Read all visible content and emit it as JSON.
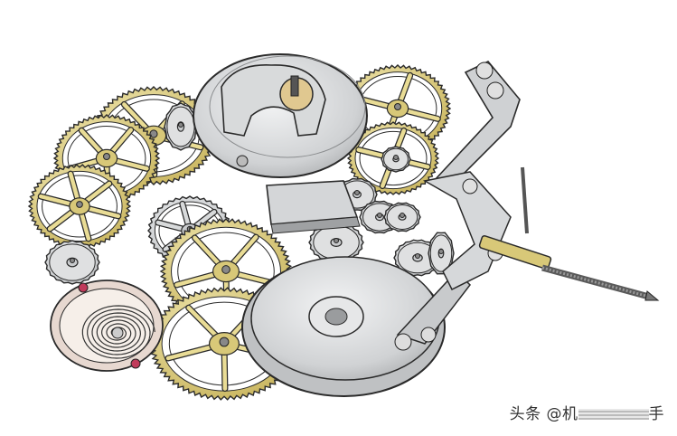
{
  "diagram": {
    "kind": "exploded mechanical watch movement illustration",
    "colors": {
      "brass": "#d8c878",
      "brass_dark": "#9a8a3a",
      "steel": "#d0d2d4",
      "steel_dark": "#8a8c8e",
      "outline": "#2a2a2a",
      "jewel": "#c03a5a",
      "background": "#ffffff"
    }
  },
  "watermark": {
    "prefix": "头条 @机",
    "suffix": "手"
  }
}
